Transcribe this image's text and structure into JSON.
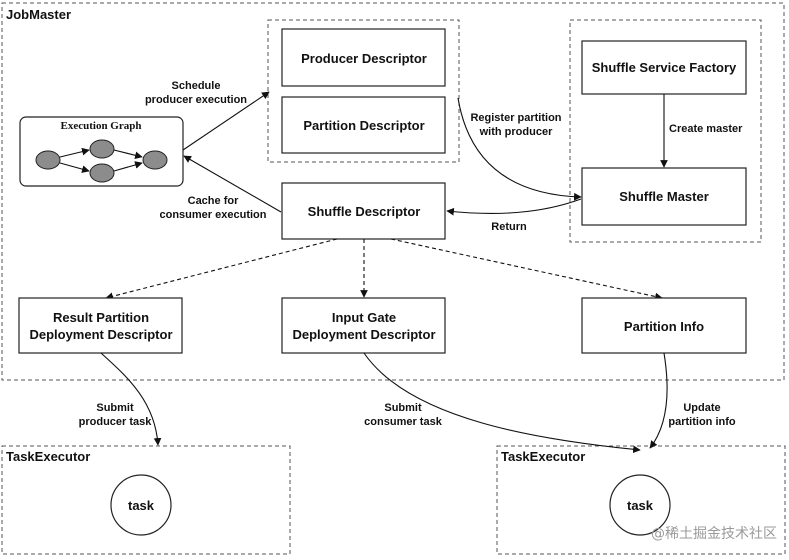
{
  "jobmaster": {
    "title": "JobMaster",
    "execution_graph": "Execution Graph",
    "producer_descriptor": "Producer Descriptor",
    "partition_descriptor": "Partition Descriptor",
    "shuffle_descriptor": "Shuffle Descriptor",
    "shuffle_service_factory": "Shuffle Service Factory",
    "shuffle_master": "Shuffle Master",
    "result_partition_l1": "Result Partition",
    "result_partition_l2": "Deployment Descriptor",
    "input_gate_l1": "Input Gate",
    "input_gate_l2": "Deployment Descriptor",
    "partition_info": "Partition Info"
  },
  "edge_labels": {
    "schedule_l1": "Schedule",
    "schedule_l2": "producer execution",
    "cache_l1": "Cache for",
    "cache_l2": "consumer execution",
    "register_l1": "Register partition",
    "register_l2": "with producer",
    "create_master": "Create master",
    "return": "Return",
    "submit_producer_l1": "Submit",
    "submit_producer_l2": "producer task",
    "submit_consumer_l1": "Submit",
    "submit_consumer_l2": "consumer task",
    "update_l1": "Update",
    "update_l2": "partition info"
  },
  "task_executor_left": {
    "title": "TaskExecutor",
    "task": "task"
  },
  "task_executor_right": {
    "title": "TaskExecutor",
    "task": "task"
  },
  "watermark": "@稀土掘金技术社区",
  "colors": {
    "accent_text": "#2b6fad",
    "node_fill": "#8c8c8c"
  }
}
